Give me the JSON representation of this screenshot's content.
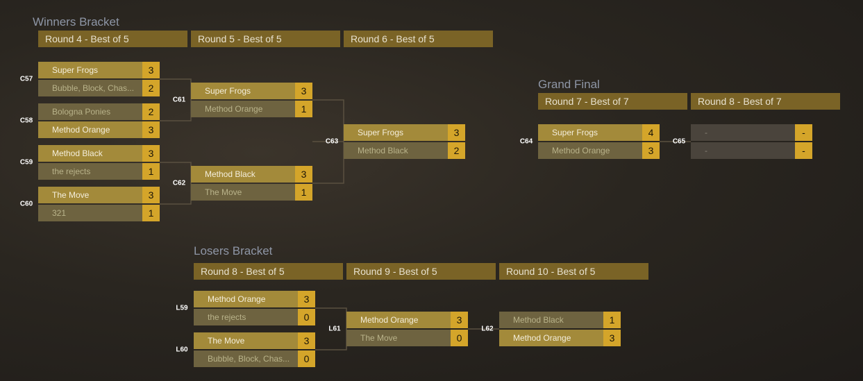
{
  "winners": {
    "title": "Winners Bracket",
    "rounds": [
      "Round 4 - Best of 5",
      "Round 5 - Best of 5",
      "Round 6 - Best of 5"
    ]
  },
  "grand": {
    "title": "Grand Final",
    "rounds": [
      "Round 7 - Best of 7",
      "Round 8 - Best of 7"
    ]
  },
  "losers": {
    "title": "Losers Bracket",
    "rounds": [
      "Round 8 - Best of 5",
      "Round 9 - Best of 5",
      "Round 10 - Best of 5"
    ]
  },
  "matches": [
    {
      "id": "C57",
      "teams": [
        {
          "name": "Super Frogs",
          "score": "3",
          "state": "win"
        },
        {
          "name": "Bubble, Block, Chas...",
          "score": "2",
          "state": "lose"
        }
      ]
    },
    {
      "id": "C58",
      "teams": [
        {
          "name": "Bologna Ponies",
          "score": "2",
          "state": "lose"
        },
        {
          "name": "Method Orange",
          "score": "3",
          "state": "win"
        }
      ]
    },
    {
      "id": "C59",
      "teams": [
        {
          "name": "Method Black",
          "score": "3",
          "state": "win"
        },
        {
          "name": "the rejects",
          "score": "1",
          "state": "lose"
        }
      ]
    },
    {
      "id": "C60",
      "teams": [
        {
          "name": "The Move",
          "score": "3",
          "state": "win"
        },
        {
          "name": "321",
          "score": "1",
          "state": "lose"
        }
      ]
    },
    {
      "id": "C61",
      "teams": [
        {
          "name": "Super Frogs",
          "score": "3",
          "state": "win"
        },
        {
          "name": "Method Orange",
          "score": "1",
          "state": "lose"
        }
      ]
    },
    {
      "id": "C62",
      "teams": [
        {
          "name": "Method Black",
          "score": "3",
          "state": "win"
        },
        {
          "name": "The Move",
          "score": "1",
          "state": "lose"
        }
      ]
    },
    {
      "id": "C63",
      "teams": [
        {
          "name": "Super Frogs",
          "score": "3",
          "state": "win"
        },
        {
          "name": "Method Black",
          "score": "2",
          "state": "lose"
        }
      ]
    },
    {
      "id": "C64",
      "teams": [
        {
          "name": "Super Frogs",
          "score": "4",
          "state": "win"
        },
        {
          "name": "Method Orange",
          "score": "3",
          "state": "lose"
        }
      ]
    },
    {
      "id": "C65",
      "teams": [
        {
          "name": "-",
          "score": "-",
          "state": "empty"
        },
        {
          "name": "-",
          "score": "-",
          "state": "empty"
        }
      ]
    },
    {
      "id": "L59",
      "teams": [
        {
          "name": "Method Orange",
          "score": "3",
          "state": "win"
        },
        {
          "name": "the rejects",
          "score": "0",
          "state": "lose"
        }
      ]
    },
    {
      "id": "L60",
      "teams": [
        {
          "name": "The Move",
          "score": "3",
          "state": "win"
        },
        {
          "name": "Bubble, Block, Chas...",
          "score": "0",
          "state": "lose"
        }
      ]
    },
    {
      "id": "L61",
      "teams": [
        {
          "name": "Method Orange",
          "score": "3",
          "state": "win"
        },
        {
          "name": "The Move",
          "score": "0",
          "state": "lose"
        }
      ]
    },
    {
      "id": "L62",
      "teams": [
        {
          "name": "Method Black",
          "score": "1",
          "state": "lose"
        },
        {
          "name": "Method Orange",
          "score": "3",
          "state": "win"
        }
      ]
    }
  ]
}
